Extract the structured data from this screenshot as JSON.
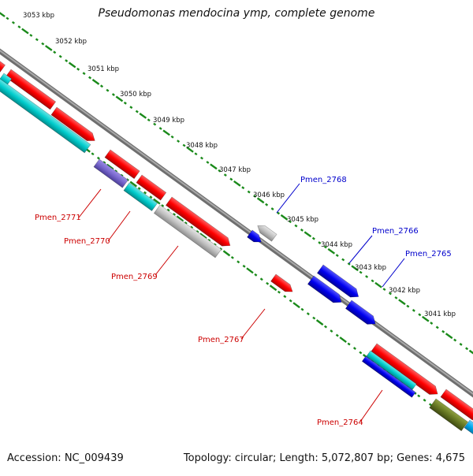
{
  "title": "Pseudomonas mendocina ymp, complete genome",
  "footer": {
    "accession": "Accession: NC_009439",
    "summary": "Topology: circular; Length: 5,072,807 bp; Genes: 4,675"
  },
  "colors": {
    "backbone": "#8c8c8c",
    "tick": "#1a8a1a",
    "forward_label": "#0000cc",
    "reverse_label": "#cc0000"
  },
  "kbp_labels": [
    "3053 kbp",
    "3052 kbp",
    "3051 kbp",
    "3050 kbp",
    "3049 kbp",
    "3048 kbp",
    "3047 kbp",
    "3046 kbp",
    "3045 kbp",
    "3044 kbp",
    "3043 kbp",
    "3042 kbp",
    "3041 kbp"
  ],
  "gene_labels": [
    {
      "text": "Pmen_2768",
      "strand": "forward"
    },
    {
      "text": "Pmen_2766",
      "strand": "forward"
    },
    {
      "text": "Pmen_2765",
      "strand": "forward"
    },
    {
      "text": "Pmen_2771",
      "strand": "reverse"
    },
    {
      "text": "Pmen_2770",
      "strand": "reverse"
    },
    {
      "text": "Pmen_2769",
      "strand": "reverse"
    },
    {
      "text": "Pmen_2767",
      "strand": "reverse"
    },
    {
      "text": "Pmen_2764",
      "strand": "reverse"
    }
  ],
  "features": [
    {
      "color": "#ff0000",
      "kind": "forward-gene"
    },
    {
      "color": "#00cccc",
      "kind": "forward-gene"
    },
    {
      "color": "#ff0000",
      "kind": "reverse-gene"
    },
    {
      "color": "#00cccc",
      "kind": "reverse-gene"
    },
    {
      "color": "#7766cc",
      "kind": "reverse-gene"
    },
    {
      "color": "#c0c0c0",
      "kind": "reverse-gene"
    },
    {
      "color": "#0000ee",
      "kind": "forward-gene"
    },
    {
      "color": "#667722",
      "kind": "reverse-gene"
    },
    {
      "color": "#00aaee",
      "kind": "reverse-gene"
    }
  ]
}
